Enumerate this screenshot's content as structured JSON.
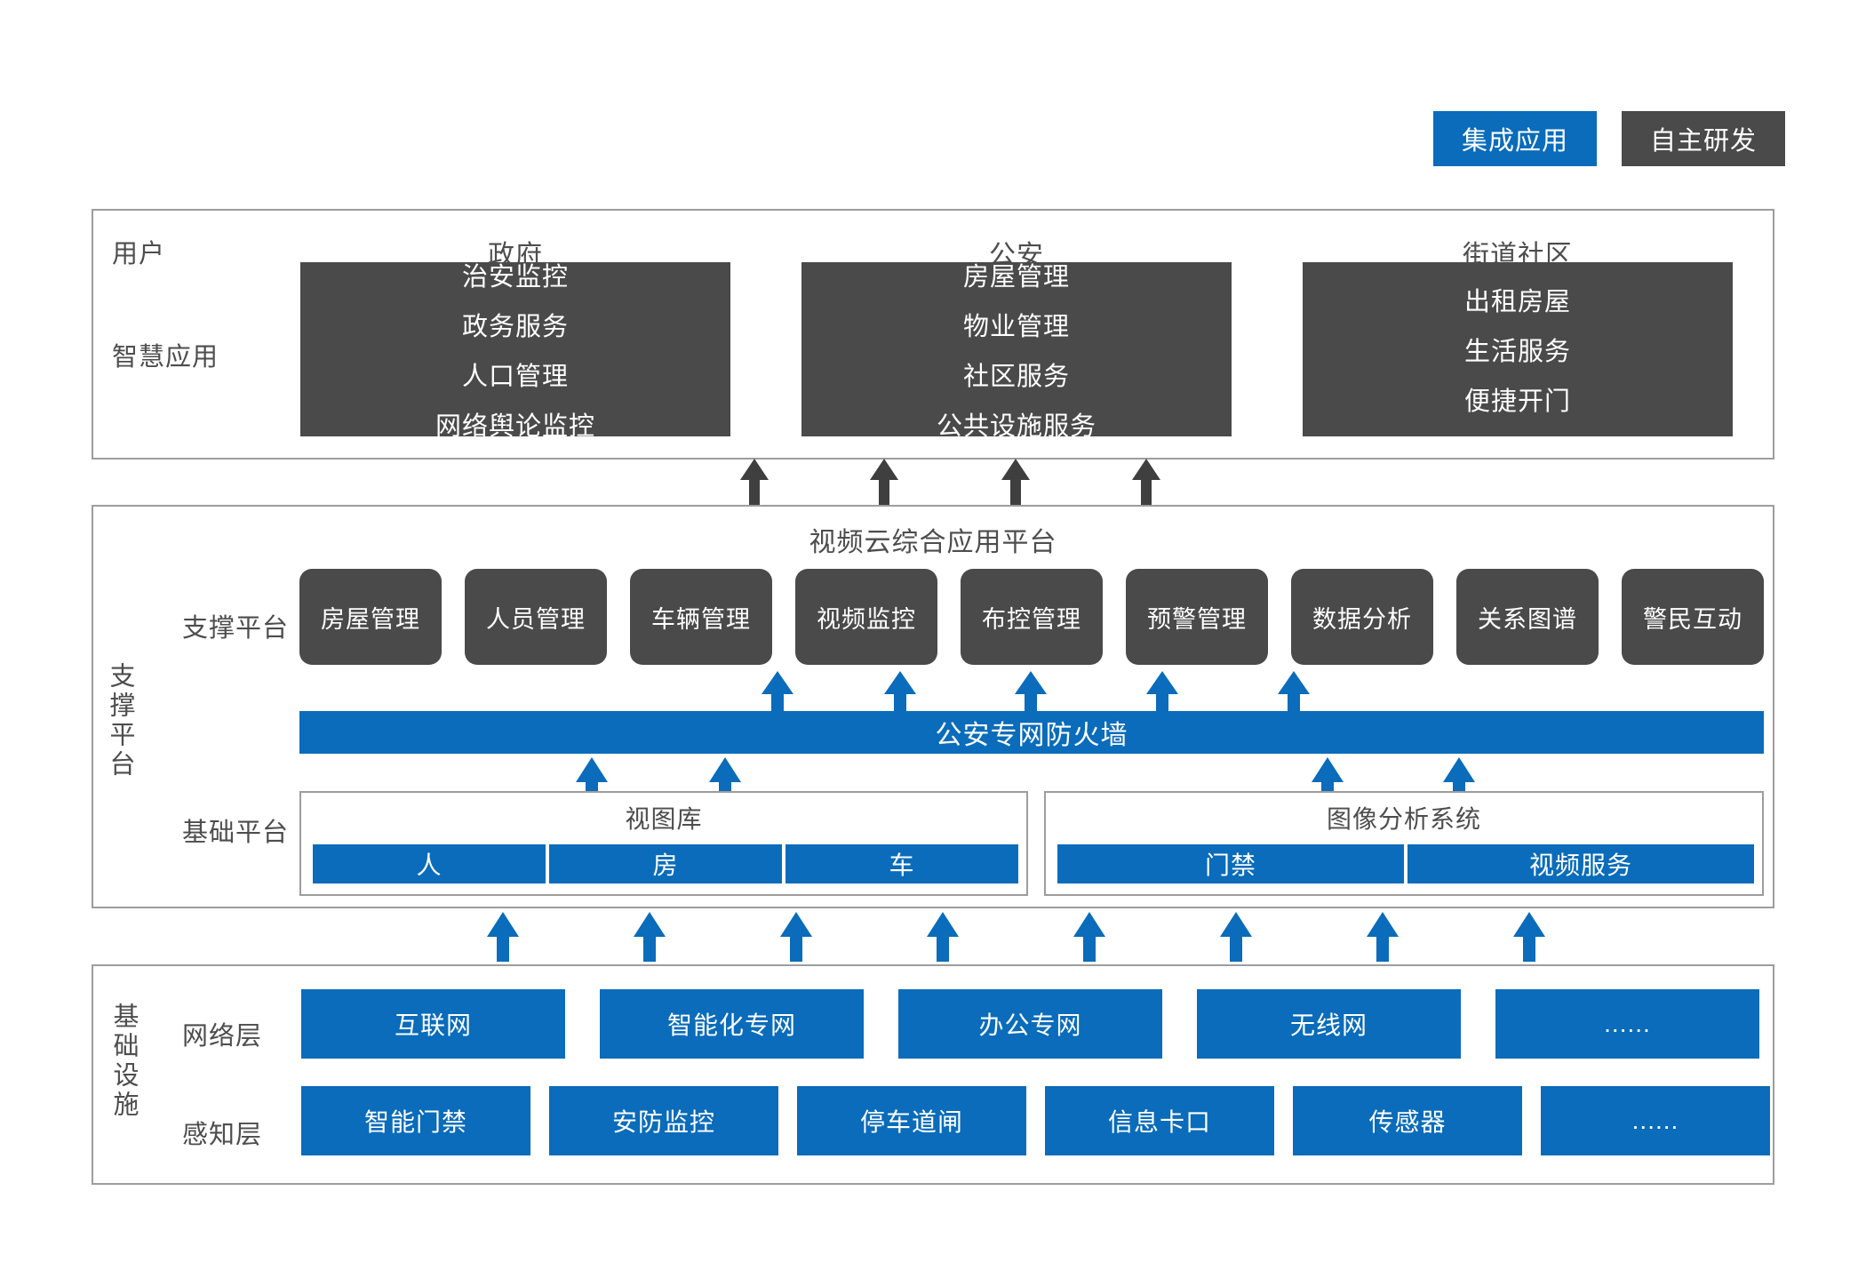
{
  "legend": {
    "integrated": "集成应用",
    "self_developed": "自主研发"
  },
  "application_section": {
    "row_labels": {
      "user": "用户",
      "smart_app": "智慧应用"
    },
    "columns": [
      {
        "header": "政府",
        "items": [
          "治安监控",
          "政务服务",
          "人口管理",
          "网络舆论监控"
        ]
      },
      {
        "header": "公安",
        "items": [
          "房屋管理",
          "物业管理",
          "社区服务",
          "公共设施服务"
        ]
      },
      {
        "header": "街道社区",
        "items": [
          "出租房屋",
          "生活服务",
          "便捷开门"
        ]
      }
    ]
  },
  "platform_section": {
    "side_label": "支撑平台",
    "title": "视频云综合应用平台",
    "support_row_label": "支撑平台",
    "support_tiles": [
      "房屋管理",
      "人员管理",
      "车辆管理",
      "视频监控",
      "布控管理",
      "预警管理",
      "数据分析",
      "关系图谱",
      "警民互动"
    ],
    "firewall": "公安专网防火墙",
    "base_row_label": "基础平台",
    "base_groups": [
      {
        "title": "视图库",
        "items": [
          "人",
          "房",
          "车"
        ]
      },
      {
        "title": "图像分析系统",
        "items": [
          "门禁",
          "视频服务"
        ]
      }
    ]
  },
  "infrastructure_section": {
    "side_label": "基础设施",
    "rows": [
      {
        "label": "网络层",
        "items": [
          "互联网",
          "智能化专网",
          "办公专网",
          "无线网",
          "......"
        ]
      },
      {
        "label": "感知层",
        "items": [
          "智能门禁",
          "安防监控",
          "停车道闸",
          "信息卡口",
          "传感器",
          "......"
        ]
      }
    ]
  },
  "colors": {
    "blue": "#0a6cba",
    "dark_gray": "#4a4a4a",
    "border_gray": "#9d9d9d",
    "text_gray": "#4d4d4d"
  }
}
